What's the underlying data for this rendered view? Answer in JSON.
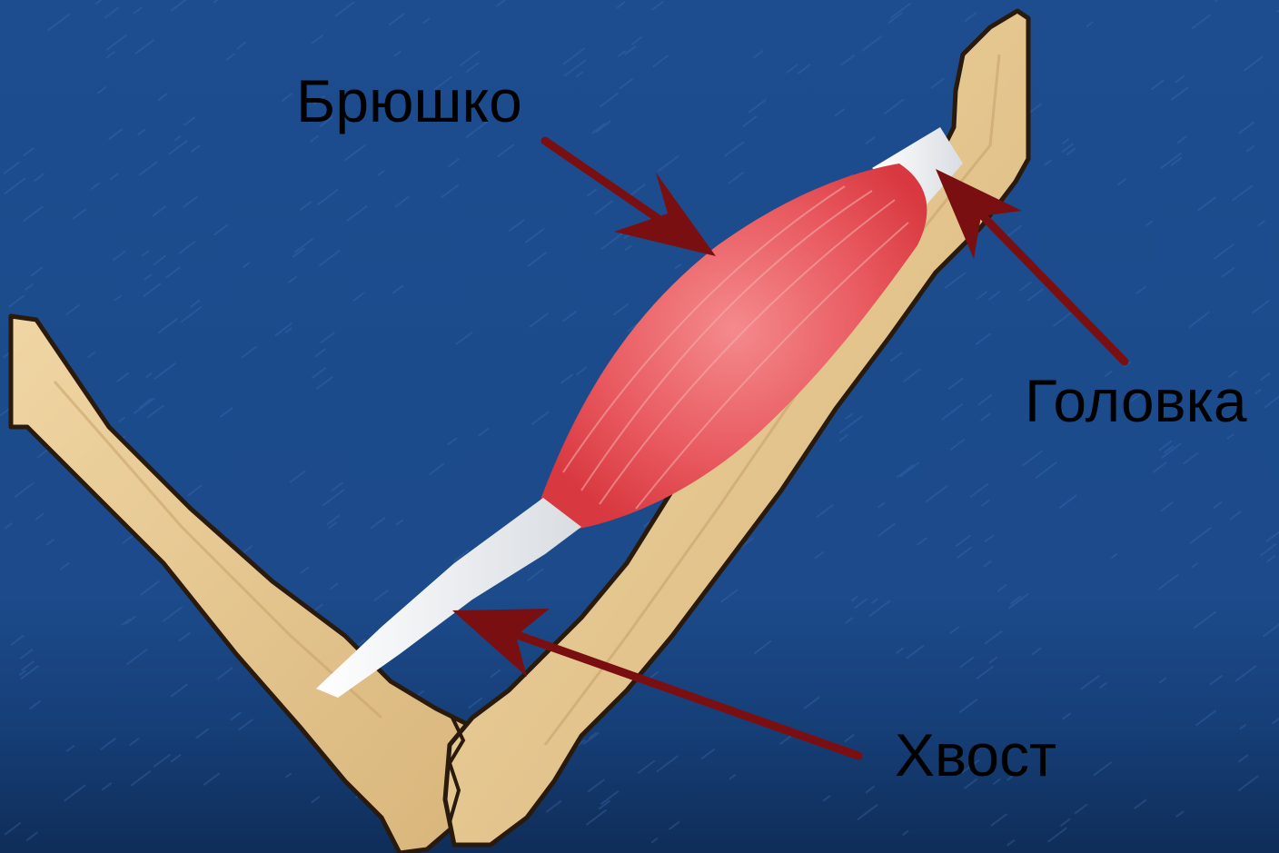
{
  "labels": {
    "belly": "Брюшко",
    "head": "Головка",
    "tail": "Хвост"
  },
  "colors": {
    "background": "#1c4a8a",
    "bone": "#e3c38c",
    "bone_outline": "#2a1a0c",
    "muscle": "#e8595f",
    "tendon": "#eef0f2",
    "arrow": "#7a0f12",
    "label_text": "#000000"
  }
}
